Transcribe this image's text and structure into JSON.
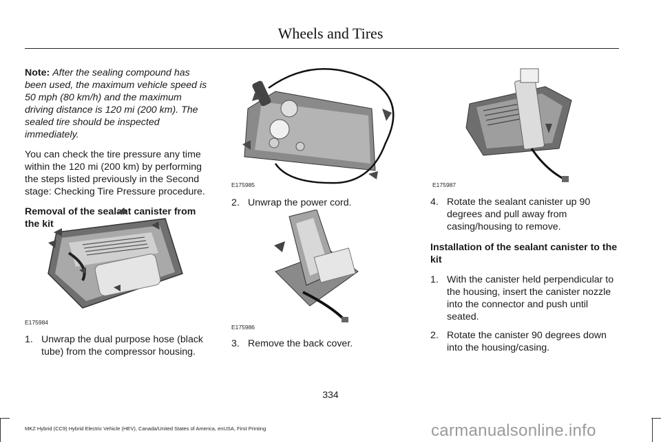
{
  "header": {
    "title": "Wheels and Tires"
  },
  "left": {
    "note_label": "Note:",
    "note_body": "After the sealing compound has been used, the maximum vehicle speed is 50 mph (80 km/h) and the maximum driving distance is 120 mi (200 km). The sealed tire should be inspected immediately.",
    "para": "You can check the tire pressure any time within the 120 mi (200 km) by performing the steps listed previously in the Second stage: Checking Tire Pressure procedure.",
    "heading": "Removal of the sealant canister from the kit",
    "figure_code": "E175984",
    "step_num": "1.",
    "step_text": "Unwrap the dual purpose hose (black tube) from the compressor housing."
  },
  "middle": {
    "figure1_code": "E175985",
    "step2_num": "2.",
    "step2_text": "Unwrap the power cord.",
    "figure2_code": "E175986",
    "step3_num": "3.",
    "step3_text": "Remove the back cover."
  },
  "right": {
    "figure_code": "E175987",
    "step4_num": "4.",
    "step4_text": "Rotate the sealant canister up 90 degrees and pull away from casing/housing to remove.",
    "heading": "Installation of the sealant canister to the kit",
    "inst_steps": [
      {
        "num": "1.",
        "text": "With the canister held perpendicular to the housing, insert the canister nozzle into the connector and push until seated."
      },
      {
        "num": "2.",
        "text": "Rotate the canister 90 degrees down into the housing/casing."
      }
    ]
  },
  "page_number": "334",
  "footer": "MKZ Hybrid (CC9) Hybrid Electric Vehicle (HEV), Canada/United States of America, enUSA, First Printing",
  "watermark": "carmanualsonline.info"
}
